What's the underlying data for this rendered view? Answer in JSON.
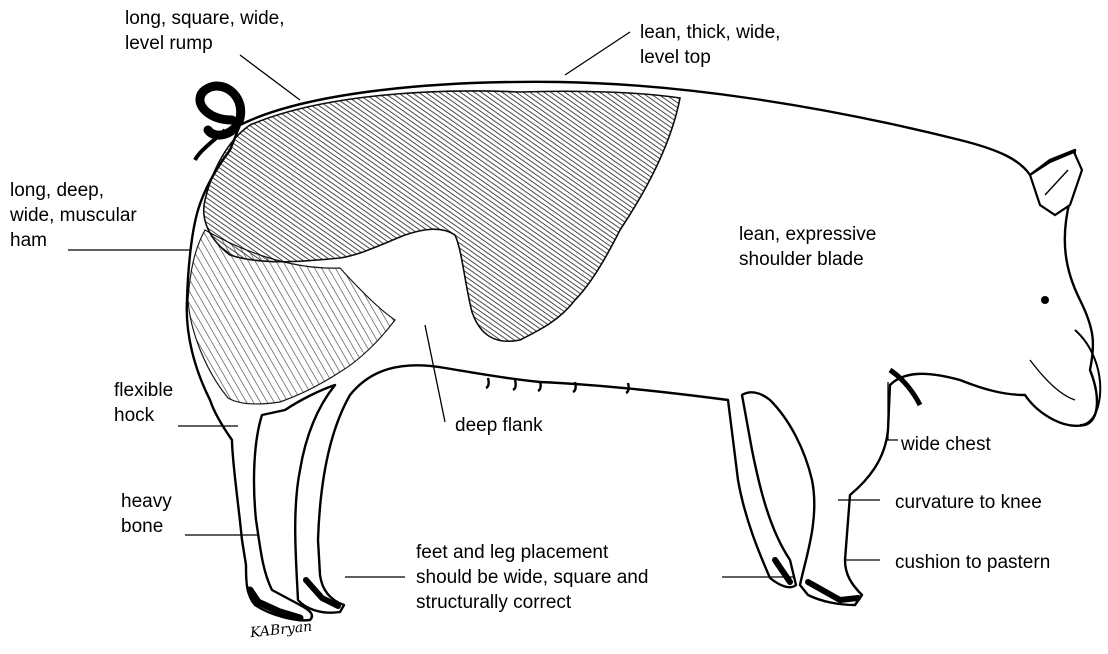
{
  "labels": {
    "rump": "long, square, wide,\nlevel rump",
    "top": "lean, thick, wide,\nlevel top",
    "ham": "long, deep,\nwide, muscular\nham",
    "shoulder": "lean, expressive\nshoulder blade",
    "hock": "flexible\nhock",
    "flank": "deep flank",
    "chest": "wide chest",
    "bone": "heavy\nbone",
    "knee": "curvature to knee",
    "pastern": "cushion to pastern",
    "feet": "feet and leg placement\nshould be wide, square and\nstructurally correct"
  },
  "signature": "KABryan",
  "colors": {
    "ink": "#000000",
    "dark_patch": "#2a2a2a",
    "mid_patch": "#555555",
    "background": "#ffffff"
  }
}
